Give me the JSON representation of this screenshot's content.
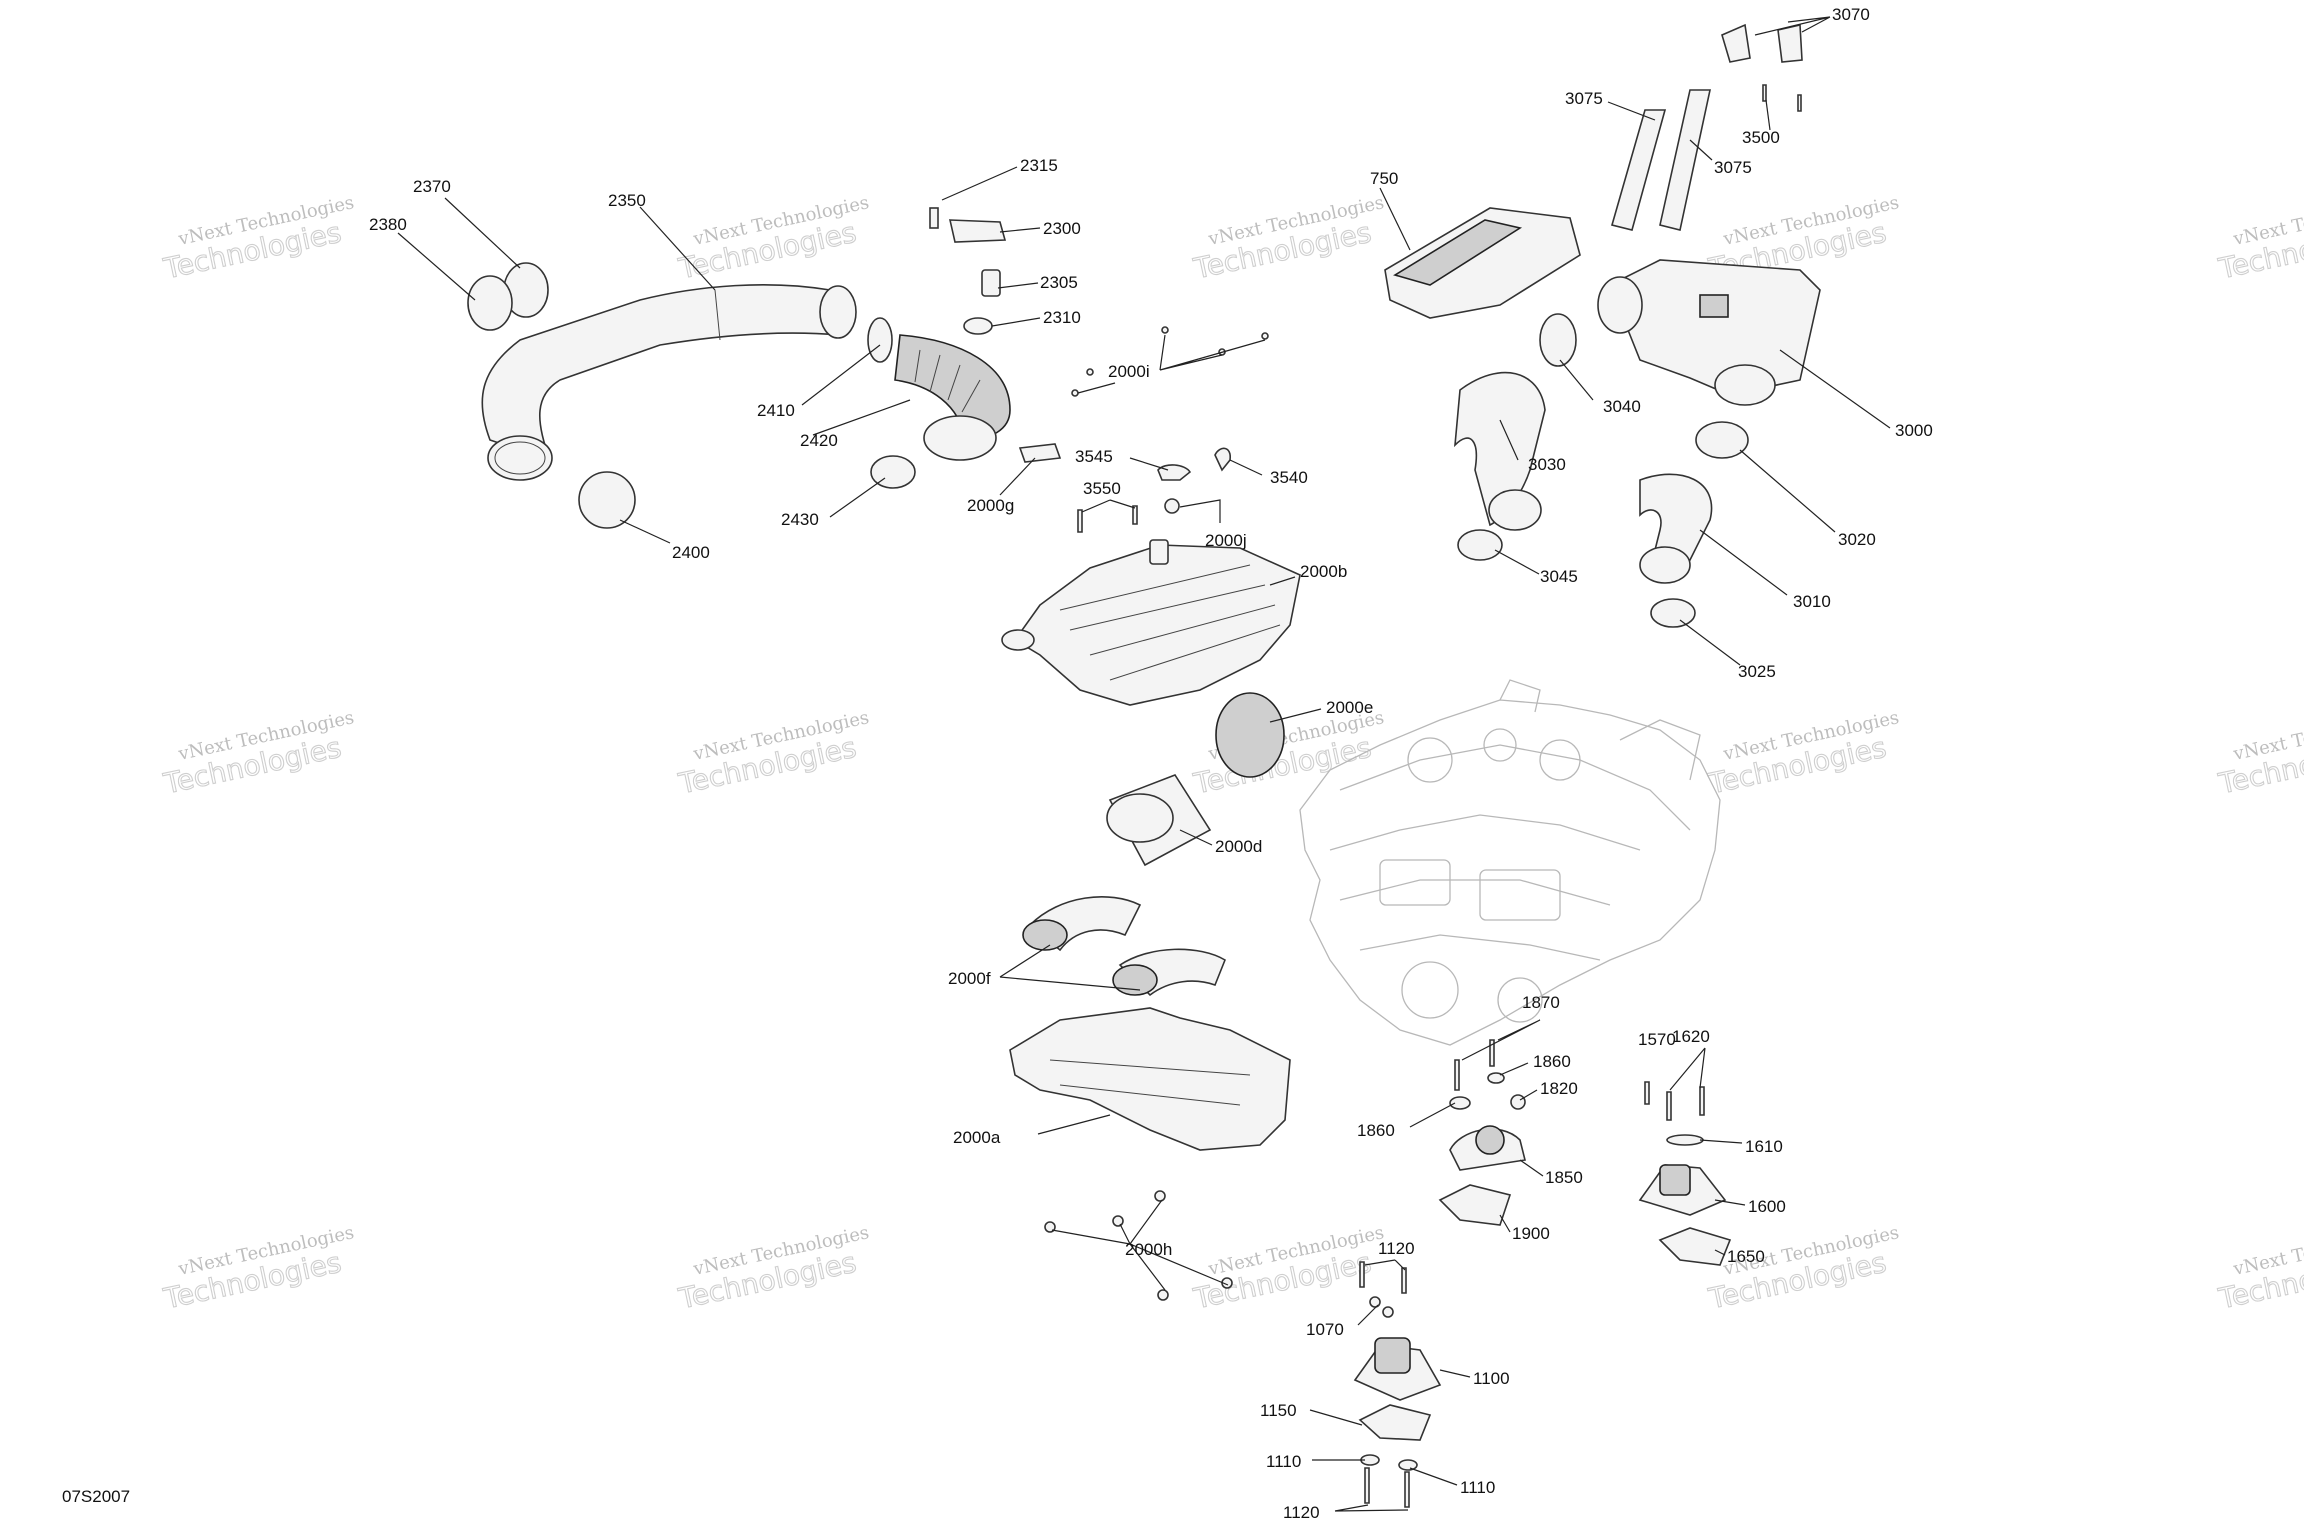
{
  "figure_id": "07S2007",
  "watermark": {
    "line1": "vNext Technologies",
    "line2": "Technologies"
  },
  "callouts": {
    "c3070": "3070",
    "c3075a": "3075",
    "c3075b": "3075",
    "c3500": "3500",
    "c2315": "2315",
    "c2370": "2370",
    "c2350": "2350",
    "c2380": "2380",
    "c2300": "2300",
    "c2305": "2305",
    "c2310": "2310",
    "c750": "750",
    "c2000i": "2000i",
    "c2410": "2410",
    "c2420": "2420",
    "c3040": "3040",
    "c3000": "3000",
    "c3545": "3545",
    "c3540": "3540",
    "c3550": "3550",
    "c2000g": "2000g",
    "c2430": "2430",
    "c2400": "2400",
    "c3030": "3030",
    "c3020": "3020",
    "c2000j": "2000j",
    "c2000b": "2000b",
    "c3045": "3045",
    "c3010": "3010",
    "c3025": "3025",
    "c2000e": "2000e",
    "c2000d": "2000d",
    "c2000f": "2000f",
    "c1870": "1870",
    "c1570": "1570",
    "c1620": "1620",
    "c1860a": "1860",
    "c1820": "1820",
    "c1860b": "1860",
    "c1610": "1610",
    "c2000a": "2000a",
    "c1850": "1850",
    "c1600": "1600",
    "c1900": "1900",
    "c1650": "1650",
    "c2000h": "2000h",
    "c1120a": "1120",
    "c1070": "1070",
    "c1100": "1100",
    "c1150": "1150",
    "c1110a": "1110",
    "c1110b": "1110",
    "c1120b": "1120"
  }
}
